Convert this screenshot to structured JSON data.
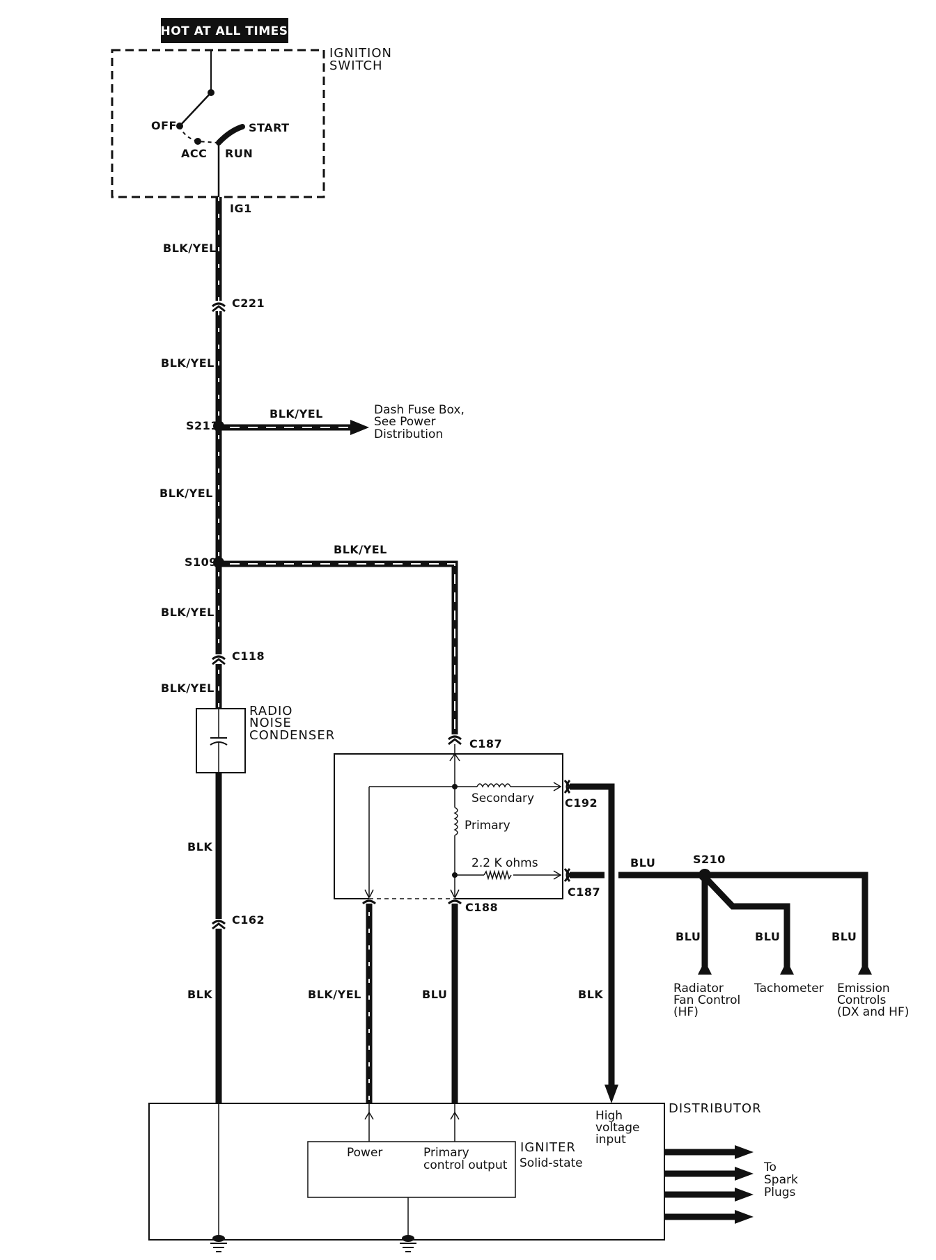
{
  "hot_label": "HOT AT ALL TIMES",
  "ignition_switch": {
    "title_line1": "IGNITION",
    "title_line2": "SWITCH",
    "positions": {
      "off": "OFF",
      "acc": "ACC",
      "run": "RUN",
      "start": "START"
    },
    "terminal": "IG1"
  },
  "wire_colors": {
    "blk_yel": "BLK/YEL",
    "blk": "BLK",
    "blu": "BLU"
  },
  "connectors": {
    "c221": "C221",
    "c118": "C118",
    "c162": "C162",
    "c187_top": "C187",
    "c187_right": "C187",
    "c192": "C192",
    "c188": "C188"
  },
  "splices": {
    "s211": "S211",
    "s109": "S109",
    "s210": "S210"
  },
  "dash_fuse_box": {
    "line1": "Dash Fuse Box,",
    "line2": "See Power",
    "line3": "Distribution"
  },
  "radio_noise_condenser": {
    "line1": "RADIO",
    "line2": "NOISE",
    "line3": "CONDENSER"
  },
  "ignition_coil": {
    "secondary": "Secondary",
    "primary": "Primary",
    "resistor": "2.2 K ohms"
  },
  "blu_branches": {
    "radiator": {
      "line1": "Radiator",
      "line2": "Fan Control",
      "line3": "(HF)"
    },
    "tachometer": "Tachometer",
    "emission": {
      "line1": "Emission",
      "line2": "Controls",
      "line3": "(DX and HF)"
    }
  },
  "distributor": {
    "title": "DISTRIBUTOR",
    "high_voltage": {
      "line1": "High",
      "line2": "voltage",
      "line3": "input"
    },
    "igniter_title": "IGNITER",
    "igniter_sub": "Solid-state",
    "power": "Power",
    "primary_control": {
      "line1": "Primary",
      "line2": "control output"
    },
    "spark": {
      "line1": "To",
      "line2": "Spark",
      "line3": "Plugs"
    }
  },
  "colors": {
    "wire": "#111111",
    "stripe": "#ffffff",
    "background": "#ffffff"
  }
}
